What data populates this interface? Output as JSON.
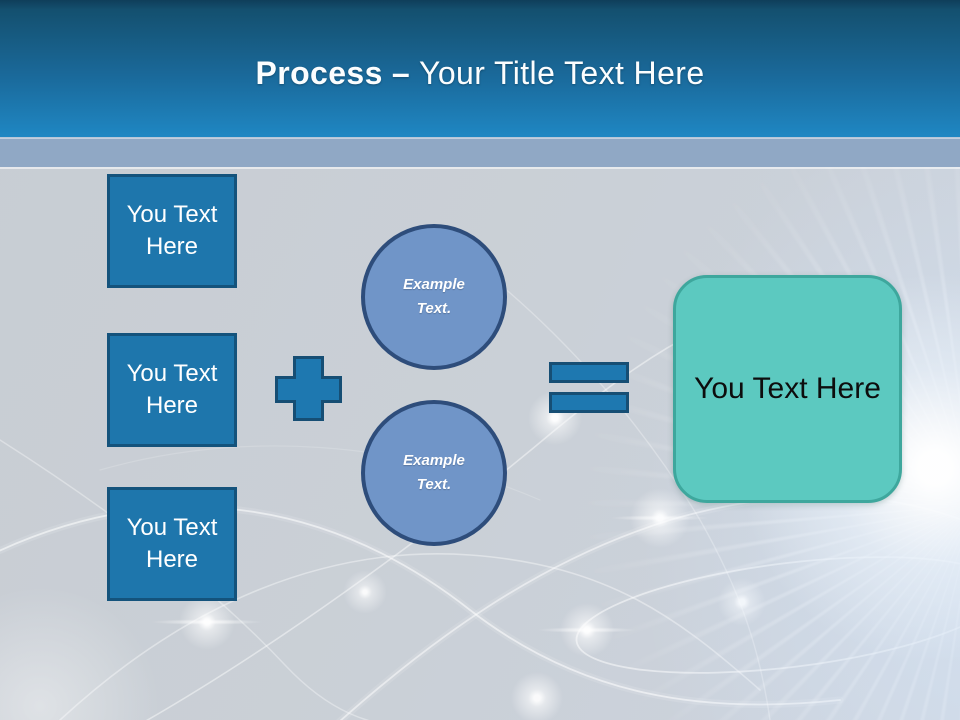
{
  "header": {
    "title_primary": "Process",
    "title_separator": "–",
    "title_secondary": "Your Title Text Here"
  },
  "diagram": {
    "input_boxes": [
      {
        "label": "You Text Here"
      },
      {
        "label": "You Text Here"
      },
      {
        "label": "You Text Here"
      }
    ],
    "example_circles": [
      {
        "label": "Example Text."
      },
      {
        "label": "Example Text."
      }
    ],
    "operators": [
      {
        "name": "plus"
      },
      {
        "name": "equals"
      }
    ],
    "result_box": {
      "label": "You Text Here"
    }
  },
  "colors": {
    "header_top": "#14506F",
    "header_bottom": "#1F87C3",
    "accent_band": "#90A8C5",
    "canvas_background": "#C9CED4",
    "box_fill": "#1E76AC",
    "box_border": "#14537C",
    "circle_fill": "#7095C8",
    "circle_border": "#2E4D7B",
    "operator_fill": "#1E78B0",
    "operator_border": "#164E74",
    "result_fill": "#5CC9C0",
    "result_border": "#3EA79D",
    "title_text": "#FBFDFE",
    "result_text": "#0D0D0D"
  }
}
